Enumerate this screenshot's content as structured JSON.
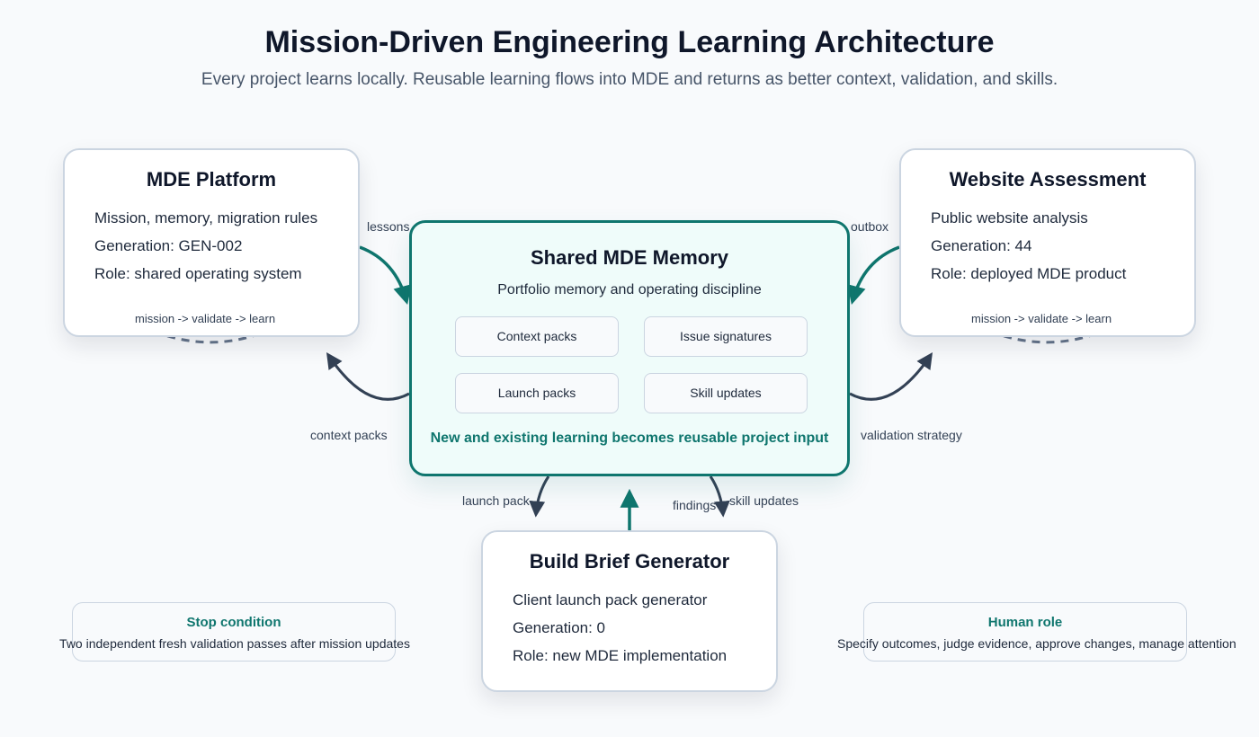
{
  "header": {
    "title": "Mission-Driven Engineering Learning Architecture",
    "subtitle": "Every project learns locally. Reusable learning flows into MDE and returns as better context, validation, and skills."
  },
  "colors": {
    "accent": "#0f766e",
    "dark_arrow": "#334155",
    "loop": "#64748b",
    "shared_bg": "#effcfa",
    "title_text": "#0f172a"
  },
  "nodes": {
    "mde_platform": {
      "title": "MDE Platform",
      "lines": [
        "Mission, memory, migration rules",
        "Generation: GEN-002",
        "Role: shared operating system"
      ],
      "loop_label": "mission -> validate -> learn"
    },
    "website_assessment": {
      "title": "Website Assessment",
      "lines": [
        "Public website analysis",
        "Generation: 44",
        "Role: deployed MDE product"
      ],
      "loop_label": "mission -> validate -> learn"
    },
    "build_brief": {
      "title": "Build Brief Generator",
      "lines": [
        "Client launch pack generator",
        "Generation: 0",
        "Role: new MDE implementation"
      ]
    },
    "shared_memory": {
      "title": "Shared MDE Memory",
      "subtitle": "Portfolio memory and operating discipline",
      "items": [
        "Context packs",
        "Issue signatures",
        "Launch packs",
        "Skill updates"
      ],
      "footer": "New and existing learning becomes reusable project input"
    }
  },
  "edges": {
    "lessons": "lessons",
    "outbox": "outbox",
    "context_packs": "context packs",
    "validation_strategy": "validation strategy",
    "launch_pack": "launch pack",
    "findings": "findings",
    "skill_updates": "skill updates"
  },
  "notes": {
    "stop": {
      "title": "Stop condition",
      "text": "Two independent fresh validation passes after mission updates"
    },
    "human": {
      "title": "Human role",
      "text": "Specify outcomes, judge evidence, approve changes, manage attention"
    }
  }
}
